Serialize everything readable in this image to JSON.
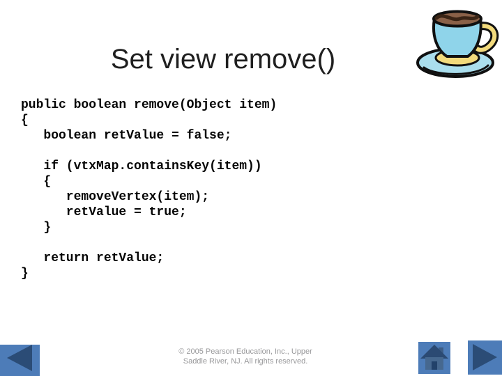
{
  "slide": {
    "title": "Set view remove()",
    "code": "public boolean remove(Object item)\n{\n   boolean retValue = false;\n\n   if (vtxMap.containsKey(item))\n   {\n      removeVertex(item);\n      retValue = true;\n   }\n\n   return retValue;\n}",
    "footer_line1": "© 2005 Pearson Education, Inc., Upper",
    "footer_line2": "Saddle River, NJ.  All rights reserved."
  },
  "icons": {
    "decoration": "java-coffee-cup",
    "back": "left-arrow",
    "home": "house",
    "next": "right-arrow"
  },
  "colors": {
    "background": "#ffffff",
    "title_text": "#1f1f1f",
    "code_text": "#050505",
    "footer_text": "#98989a",
    "nav_button_bg": "#4d7cb8",
    "nav_button_icon": "#2b4c76",
    "cup_blue": "#8fd4ea",
    "saucer_blue": "#aadeed",
    "coffee_brown": "#8a6148",
    "coffee_dark": "#4a2f1d",
    "handle_yellow": "#f2da7c"
  }
}
